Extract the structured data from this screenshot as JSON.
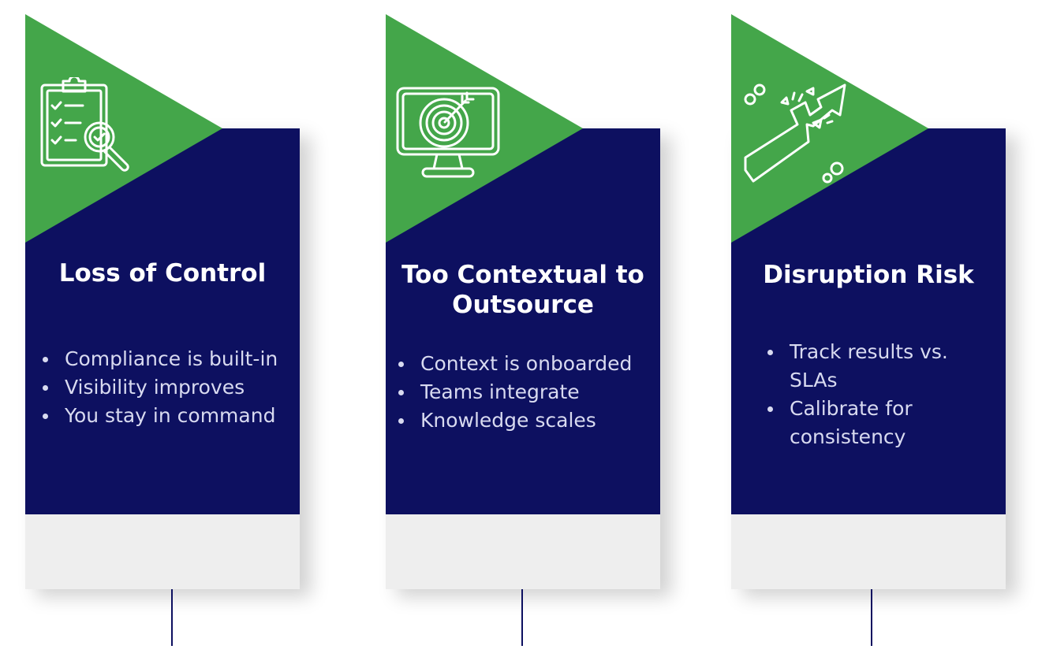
{
  "colors": {
    "green": "#44a64a",
    "navy": "#0d1060",
    "footer_gray": "#eeeeee",
    "text_light": "#d8daf0"
  },
  "cards": [
    {
      "title": "Loss of Control",
      "icon": "clipboard-checklist-magnifier-icon",
      "bullets": [
        "Compliance is built-in",
        "Visibility improves",
        "You stay in command"
      ]
    },
    {
      "title": "Too Contextual to Outsource",
      "icon": "monitor-target-icon",
      "bullets": [
        "Context is onboarded",
        "Teams integrate",
        "Knowledge scales"
      ]
    },
    {
      "title": "Disruption Risk",
      "icon": "breaking-arrow-icon",
      "bullets": [
        "Track results vs. SLAs",
        "Calibrate for consistency"
      ]
    }
  ]
}
